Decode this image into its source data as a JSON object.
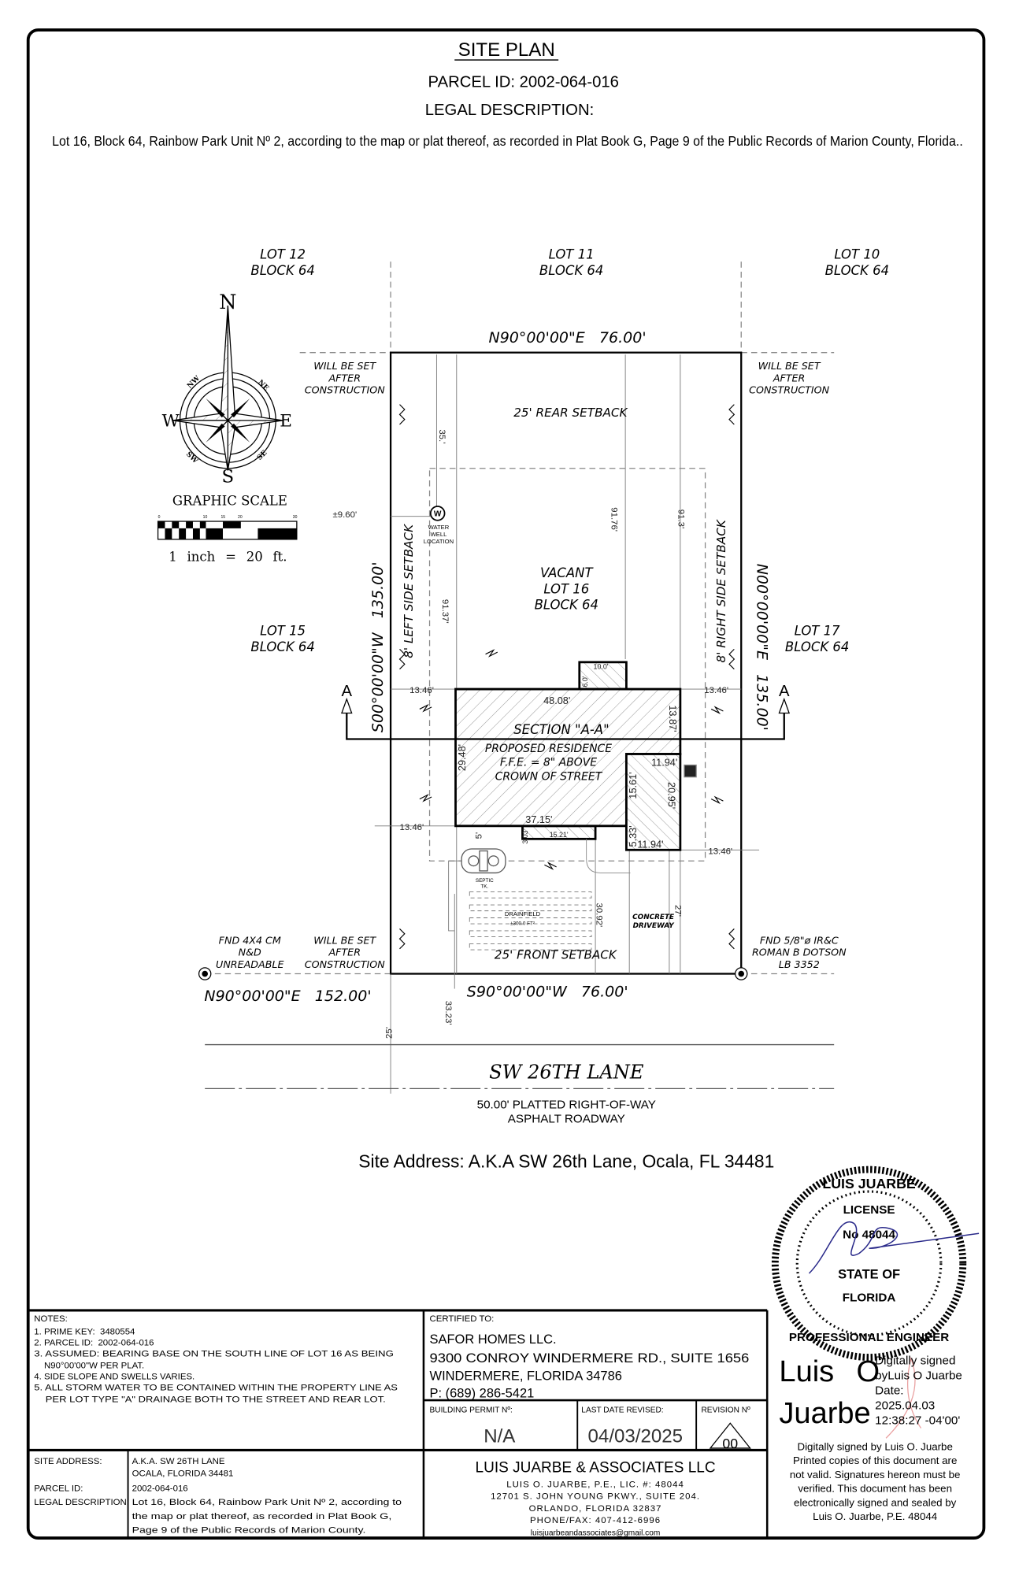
{
  "header": {
    "title": "SITE PLAN",
    "parcel": "PARCEL ID: 2002-064-016",
    "legal_label": "LEGAL DESCRIPTION:",
    "legal_text": "Lot 16, Block 64, Rainbow Park Unit Nº 2, according to the map or plat thereof, as recorded in Plat Book G, Page 9 of the Public Records of Marion County, Florida.."
  },
  "compass": {
    "n": "N",
    "s": "S",
    "e": "E",
    "w": "W",
    "ne": "NE",
    "nw": "NW",
    "se": "SE",
    "sw": "SW"
  },
  "scale": {
    "title": "GRAPHIC SCALE",
    "ticks": [
      "0",
      "10",
      "15",
      "20",
      "30"
    ],
    "text": "1 inch = 20 ft."
  },
  "lots": {
    "lot12": [
      "LOT 12",
      "BLOCK 64"
    ],
    "lot11": [
      "LOT 11",
      "BLOCK 64"
    ],
    "lot10": [
      "LOT 10",
      "BLOCK 64"
    ],
    "lot15": [
      "LOT 15",
      "BLOCK 64"
    ],
    "lot17": [
      "LOT 17",
      "BLOCK 64"
    ],
    "lot16": [
      "VACANT",
      "LOT 16",
      "BLOCK 64"
    ]
  },
  "bearings": {
    "north": "N90°00'00\"E   76.00'",
    "south": "S90°00'00\"W   76.00'",
    "west": "S00°00'00\"W   135.00'",
    "east": "N00°00'00\"E   135.00'",
    "tie": "N90°00'00\"E   152.00'"
  },
  "notes_on_plan": {
    "will_be_set": [
      "WILL BE SET",
      "AFTER",
      "CONSTRUCTION"
    ],
    "rear_setback": "25' REAR SETBACK",
    "front_setback": "25' FRONT SETBACK",
    "left_setback": "8' LEFT SIDE SETBACK",
    "right_setback": "8' RIGHT SIDE SETBACK",
    "section": "SECTION \"A-A\"",
    "section_mark": "A",
    "residence": [
      "PROPOSED RESIDENCE",
      "F.F.E. = 8\" ABOVE",
      "CROWN OF STREET"
    ],
    "well": [
      "WATER",
      "WELL",
      "LOCATION"
    ],
    "well_dim": "±9.60'",
    "septic": [
      "SEPTIC",
      "TK."
    ],
    "drainfield": [
      "DRAINFIELD",
      "±300.0 FT²"
    ],
    "driveway": [
      "CONCRETE",
      "DRIVEWAY"
    ],
    "fnd_left": [
      "FND 4X4 CM",
      "N&D",
      "UNREADABLE"
    ],
    "fnd_right": [
      "FND 5/8\"ø IR&C",
      "ROMAN B DOTSON",
      "LB 3352"
    ],
    "road_offset": "25'"
  },
  "dimensions": {
    "d_48_08": "48.08'",
    "d_13_87": "13.87'",
    "d_29_48": "29.48'",
    "d_37_15": "37.15'",
    "d_11_94a": "11.94'",
    "d_11_94b": "11.94'",
    "d_20_95": "20.95'",
    "d_15_61": "15.61'",
    "d_5_33": "5.33'",
    "d_15_21": "15.21'",
    "d_3_03": "3.03'",
    "d_10_0": "10.0'",
    "d_6_0": "6.0'",
    "d_13_46": "13.46'",
    "d_5": "5'",
    "v_35": "35.'",
    "v_91_37": "91.37'",
    "v_91_76": "91.76'",
    "v_91_3": "91.3'",
    "v_33_23": "33.23'",
    "v_30_92": "30.92'",
    "v_27": "27'"
  },
  "street": {
    "name": "SW 26TH LANE",
    "row": "50.00' PLATTED RIGHT-OF-WAY",
    "surface": "ASPHALT ROADWAY",
    "site_address": "Site Address: A.K.A SW 26th Lane, Ocala, FL 34481"
  },
  "seal": {
    "outer_top": "LUIS JUARBE",
    "license": "LICENSE",
    "number": "No 48044",
    "state": "STATE OF",
    "florida": "FLORIDA",
    "bottom": "PROFESSIONAL ENGINEER"
  },
  "signature": {
    "name_line1": "Luis O",
    "name_line2": "Juarbe",
    "meta": [
      "Digitally signed",
      "byLuis O Juarbe",
      "Date:",
      "2025.04.03",
      "12:38:27 -04'00'"
    ],
    "disclaimer": [
      "Digitally signed by Luis O. Juarbe",
      "Printed copies of this document are",
      "not valid. Signatures hereon must be",
      "verified. This document has been",
      "electronically signed and sealed by",
      "Luis O. Juarbe, P.E. 48044"
    ]
  },
  "notes": {
    "title": "NOTES:",
    "lines": [
      "1. PRIME KEY:  3480554",
      "2. PARCEL ID:  2002-064-016",
      "3. ASSUMED: BEARING BASE ON THE SOUTH LINE OF LOT 16 AS BEING",
      "    N90°00'00\"W PER PLAT.",
      "4. SIDE SLOPE AND SWELLS VARIES.",
      "5. ALL STORM WATER TO BE CONTAINED WITHIN THE PROPERTY LINE AS",
      "    PER LOT TYPE \"A\" DRAINAGE BOTH TO THE STREET AND REAR LOT."
    ]
  },
  "certified": {
    "label": "CERTIFIED TO:",
    "lines": [
      "SAFOR HOMES LLC.",
      "9300 CONROY WINDERMERE RD., SUITE 1656",
      "WINDERMERE, FLORIDA 34786",
      "P: (689) 286-5421"
    ]
  },
  "permit": {
    "label": "BUILDING PERMIT Nº:",
    "value": "N/A"
  },
  "revised": {
    "label": "LAST DATE REVISED:",
    "value": "04/03/2025"
  },
  "revision": {
    "label": "REVISION Nº",
    "value": "00"
  },
  "site_info": {
    "address_label": "SITE ADDRESS:",
    "address": [
      "A.K.A. SW 26TH LANE",
      "OCALA, FLORIDA 34481"
    ],
    "parcel_label": "PARCEL ID:",
    "parcel": "2002-064-016",
    "legal_label": "LEGAL DESCRIPTION:",
    "legal": [
      "Lot 16, Block 64, Rainbow Park Unit Nº 2, according to",
      "the map or plat thereof, as recorded in Plat Book G,",
      "Page 9 of the Public Records of Marion County."
    ]
  },
  "firm": {
    "name": "LUIS JUARBE & ASSOCIATES LLC",
    "lines": [
      "LUIS O. JUARBE, P.E., LIC. #: 48044",
      "12701 S. JOHN YOUNG PKWY., SUITE 204.",
      "ORLANDO, FLORIDA 32837",
      "PHONE/FAX: 407-412-6996"
    ],
    "email": "luisjuarbeandassociates@gmail.com"
  }
}
